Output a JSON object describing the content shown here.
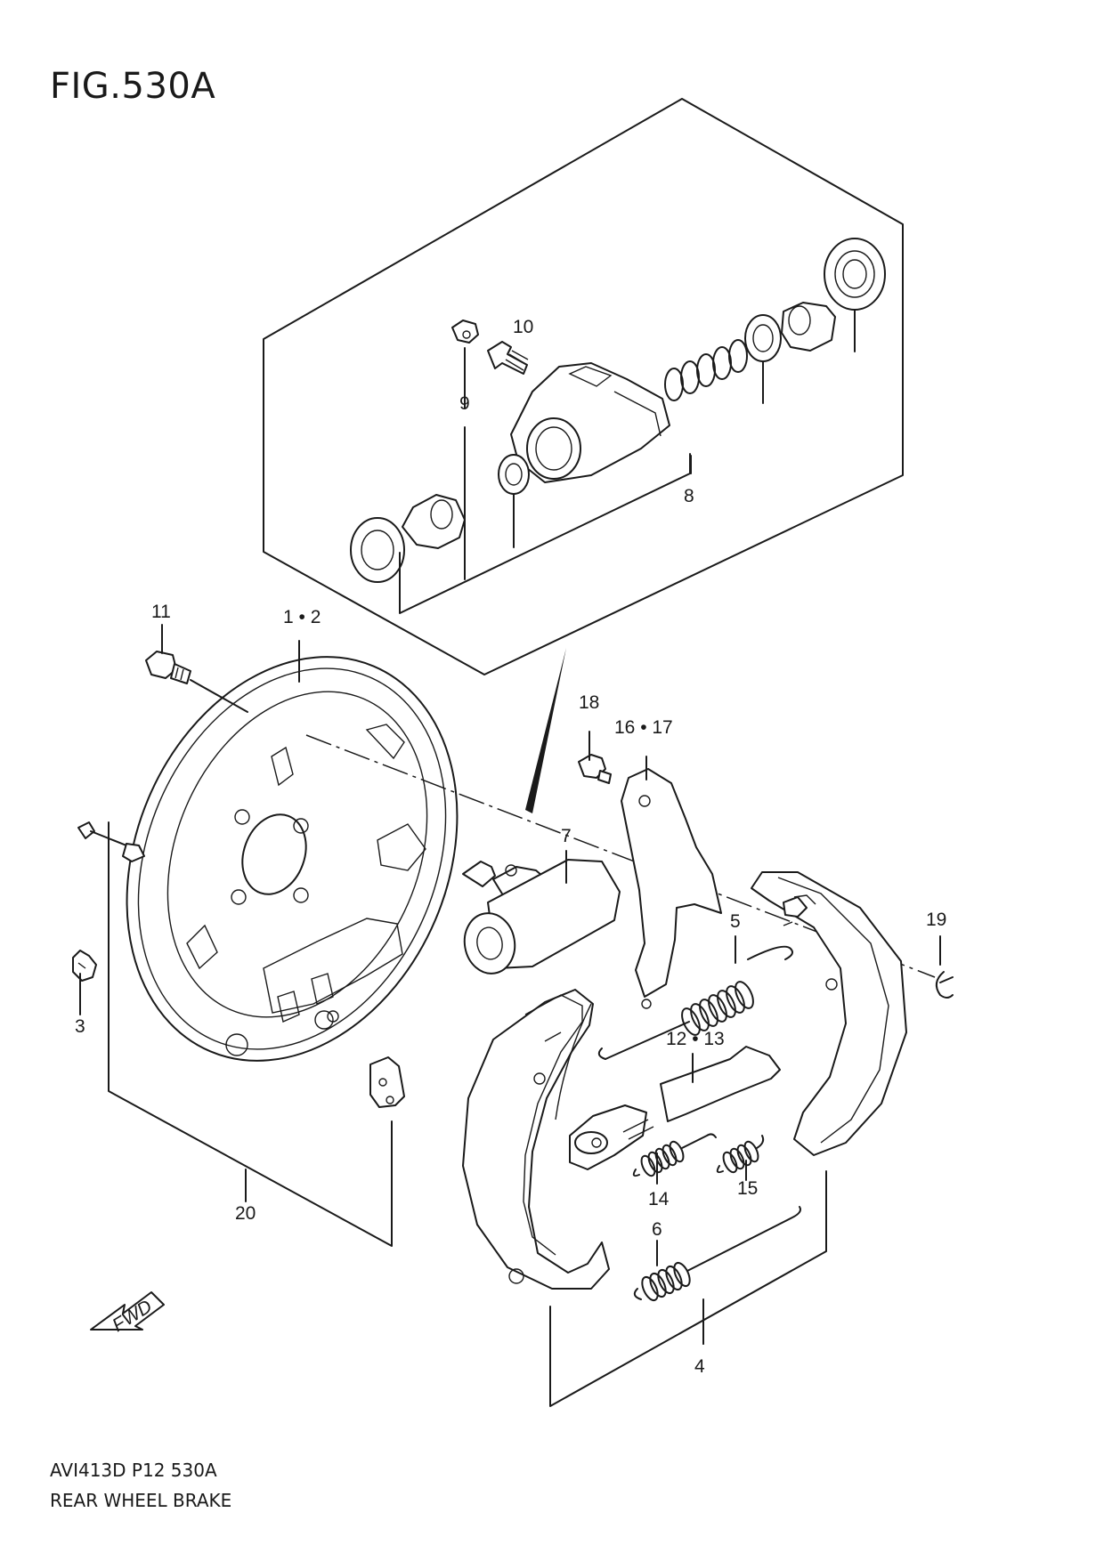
{
  "figure": {
    "title": "FIG.530A"
  },
  "footer": {
    "code": "AVI413D P12 530A",
    "name": "REAR WHEEL BRAKE"
  },
  "fwd_label": "FWD",
  "callouts": {
    "c1_2": "1 • 2",
    "c3": "3",
    "c4": "4",
    "c5": "5",
    "c6": "6",
    "c7": "7",
    "c8": "8",
    "c9": "9",
    "c10": "10",
    "c11": "11",
    "c12_13": "12 • 13",
    "c14": "14",
    "c15": "15",
    "c16_17": "16 • 17",
    "c18": "18",
    "c19": "19",
    "c20": "20"
  }
}
